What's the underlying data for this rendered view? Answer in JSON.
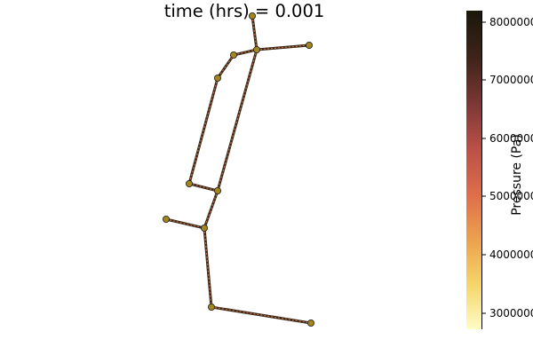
{
  "title": "time (hrs) = 0.001",
  "colorbar": {
    "label": "Pressure (Pa)",
    "ticks": [
      "8000000",
      "7000000",
      "6000000",
      "5000000",
      "4000000",
      "3000000"
    ],
    "colormap_stops": [
      "#fffcc6",
      "#f5d56a",
      "#eca24e",
      "#df6e4b",
      "#b94f48",
      "#7b3734",
      "#3f2419",
      "#1a170b"
    ]
  },
  "network": {
    "node_color": "#a48620",
    "pipe_color": "#3a2a1a",
    "pipe_highlight": "#c46a46",
    "nodes": [
      {
        "id": "n1"
      },
      {
        "id": "n2"
      },
      {
        "id": "n3"
      },
      {
        "id": "n4"
      },
      {
        "id": "n5"
      },
      {
        "id": "n6"
      },
      {
        "id": "n7"
      },
      {
        "id": "n8"
      },
      {
        "id": "n9"
      },
      {
        "id": "n10"
      },
      {
        "id": "n11"
      },
      {
        "id": "n12"
      }
    ],
    "pipes": [
      {
        "id": "p1"
      },
      {
        "id": "p2"
      },
      {
        "id": "p3"
      },
      {
        "id": "p4"
      },
      {
        "id": "p5"
      },
      {
        "id": "p6"
      },
      {
        "id": "p7"
      },
      {
        "id": "p8"
      },
      {
        "id": "p9"
      },
      {
        "id": "p10"
      },
      {
        "id": "p11"
      },
      {
        "id": "p12"
      }
    ]
  }
}
